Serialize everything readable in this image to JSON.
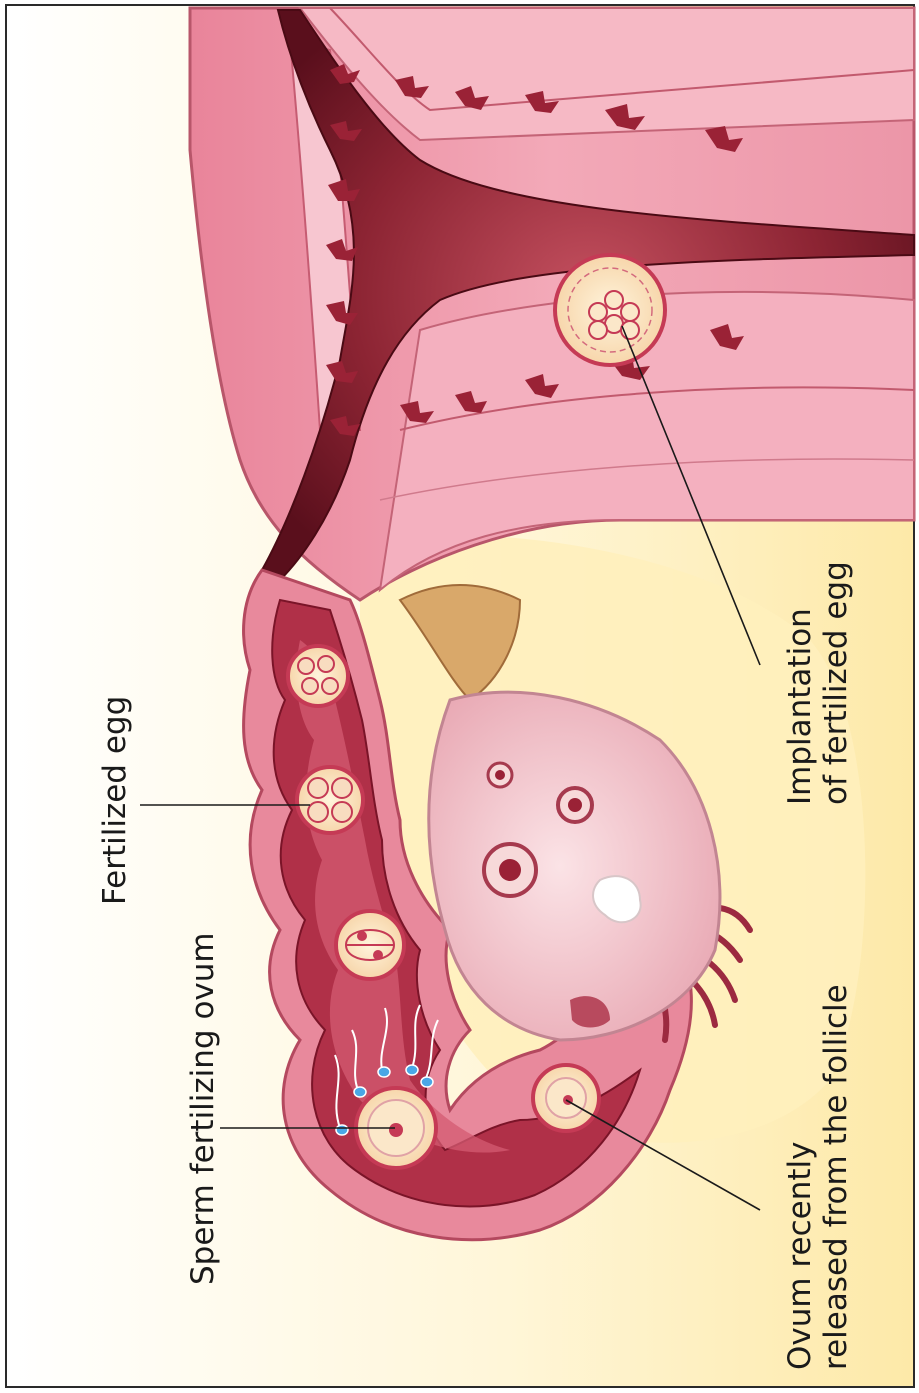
{
  "labels": {
    "fertilized_egg": "Fertilized egg",
    "sperm_fertilizing": "Sperm fertilizing ovum",
    "ovum_released_line1": "Ovum recently",
    "ovum_released_line2": "released from the follicle",
    "implantation_line1": "Implantation",
    "implantation_line2": "of fertilized egg"
  },
  "colors": {
    "uterine_wall": "#efa0b0",
    "endometrium": "#f6c0cb",
    "cavity_dark": "#6e1624",
    "tube_wall": "#e88c9e",
    "ovary": "#f1c9cf",
    "egg_fill": "#fbe7c9",
    "egg_rim": "#c53a55",
    "background_tissue": "#fff3c8"
  }
}
